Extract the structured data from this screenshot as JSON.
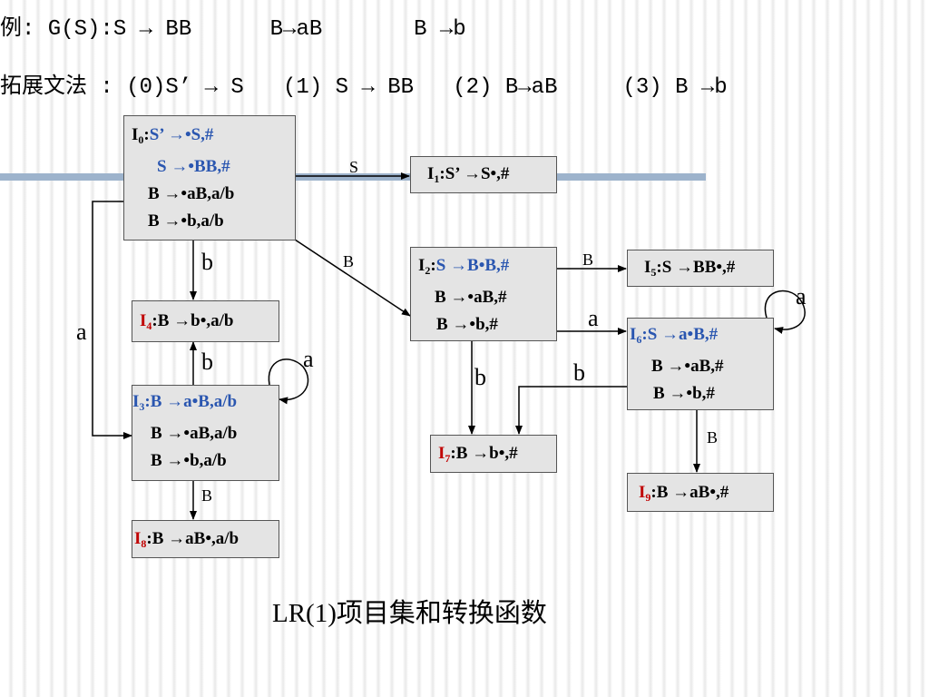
{
  "header": {
    "line1": "例: G(S):S → BB      B→aB       B →b",
    "line2": "拓展文法 : (0)S’ → S   (1) S → BB   (2) B→aB     (3) B →b"
  },
  "states": {
    "I0": {
      "name": "I",
      "sub": "0",
      "lines": [
        "S’ →•S,#",
        "S →•BB,#",
        "B →•aB,a/b",
        "B →•b,a/b"
      ]
    },
    "I1": {
      "name": "I",
      "sub": "1",
      "lines": [
        "S’ →S•,#"
      ]
    },
    "I2": {
      "name": "I",
      "sub": "2",
      "lines": [
        "S →B•B,#",
        "B →•aB,#",
        "B →•b,#"
      ]
    },
    "I3": {
      "name": "I",
      "sub": "3",
      "lines": [
        "B →a•B,a/b",
        "B →•aB,a/b",
        "B →•b,a/b"
      ]
    },
    "I4": {
      "name": "I",
      "sub": "4",
      "lines": [
        "B →b•,a/b"
      ]
    },
    "I5": {
      "name": "I",
      "sub": "5",
      "lines": [
        "S →BB•,#"
      ]
    },
    "I6": {
      "name": "I",
      "sub": "6",
      "lines": [
        "S →a•B,#",
        "B →•aB,#",
        "B →•b,#"
      ]
    },
    "I7": {
      "name": "I",
      "sub": "7",
      "lines": [
        "B →b•,#"
      ]
    },
    "I8": {
      "name": "I",
      "sub": "8",
      "lines": [
        "B →aB•,a/b"
      ]
    },
    "I9": {
      "name": "I",
      "sub": "9",
      "lines": [
        "B →aB•,#"
      ]
    }
  },
  "transitions": {
    "I0_I1": "S",
    "I0_I2": "B",
    "I0_I4": "b",
    "I0_I3": "a",
    "I3_I4": "b",
    "I3_I3": "a",
    "I3_I8": "B",
    "I2_I5": "B",
    "I2_I6": "a",
    "I2_I7": "b",
    "I6_I6": "a",
    "I6_I7": "b",
    "I6_I9": "B"
  },
  "colors": {
    "blue": "#2a56b0",
    "red": "#c00000",
    "box_bg": "#e4e4e4",
    "bar": "#9db3cc"
  },
  "caption": "LR(1)项目集和转换函数"
}
